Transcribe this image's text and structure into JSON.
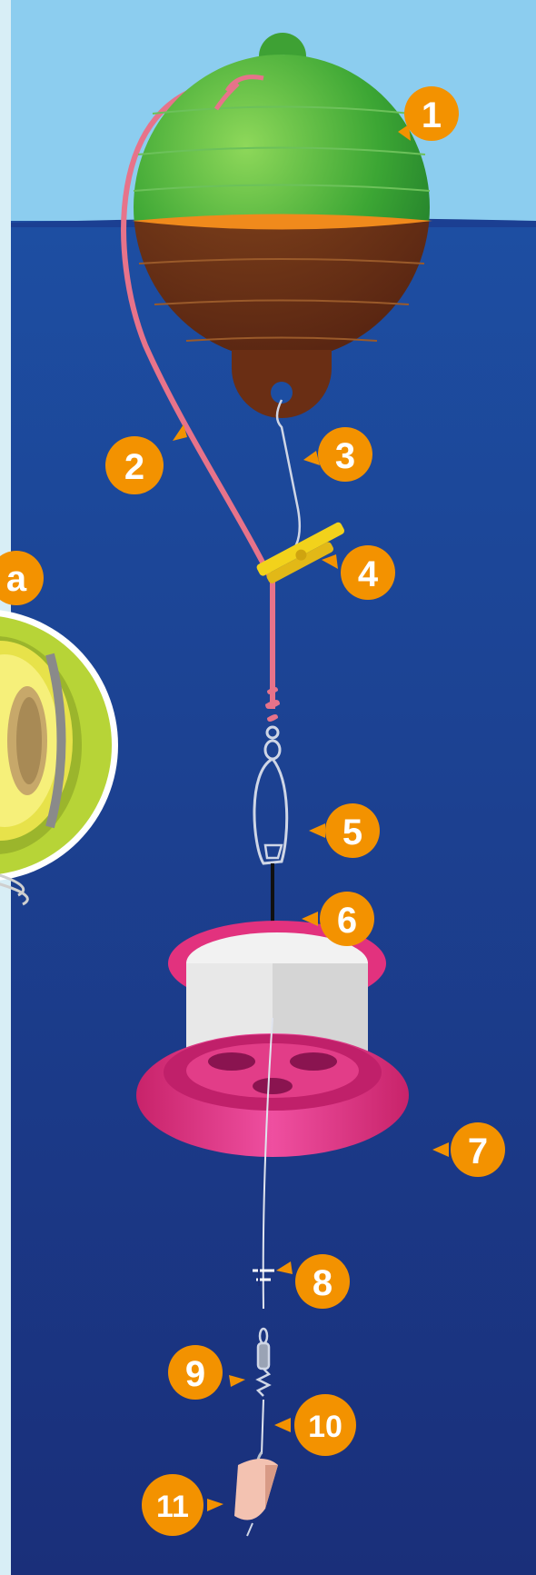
{
  "colors": {
    "sky": "#8ccdef",
    "water_top": "#1d4ea2",
    "water_bottom": "#1a2f7a",
    "page_bg": "#d8eef6",
    "label_orange": "#f39200",
    "buoy_green": "#49b23a",
    "buoy_submerged": "#7a3a18",
    "waterline_orange": "#f08a1c",
    "line_pink": "#e7738a",
    "spool_magenta": "#e2327e",
    "clip_yellow": "#f2d21b",
    "inset_lime": "#b7d437"
  },
  "labels": [
    {
      "id": "1",
      "text": "1",
      "part": "buoy"
    },
    {
      "id": "2",
      "text": "2",
      "part": "line"
    },
    {
      "id": "3",
      "text": "3",
      "part": "wire-link"
    },
    {
      "id": "4",
      "text": "4",
      "part": "clothes-peg"
    },
    {
      "id": "5",
      "text": "5",
      "part": "snap-swivel"
    },
    {
      "id": "6",
      "text": "6",
      "part": "leader"
    },
    {
      "id": "7",
      "text": "7",
      "part": "spool"
    },
    {
      "id": "8",
      "text": "8",
      "part": "stopper"
    },
    {
      "id": "9",
      "text": "9",
      "part": "swivel"
    },
    {
      "id": "10",
      "text": "10",
      "part": "trace"
    },
    {
      "id": "11",
      "text": "11",
      "part": "bait"
    }
  ],
  "inset": {
    "label": "a"
  }
}
